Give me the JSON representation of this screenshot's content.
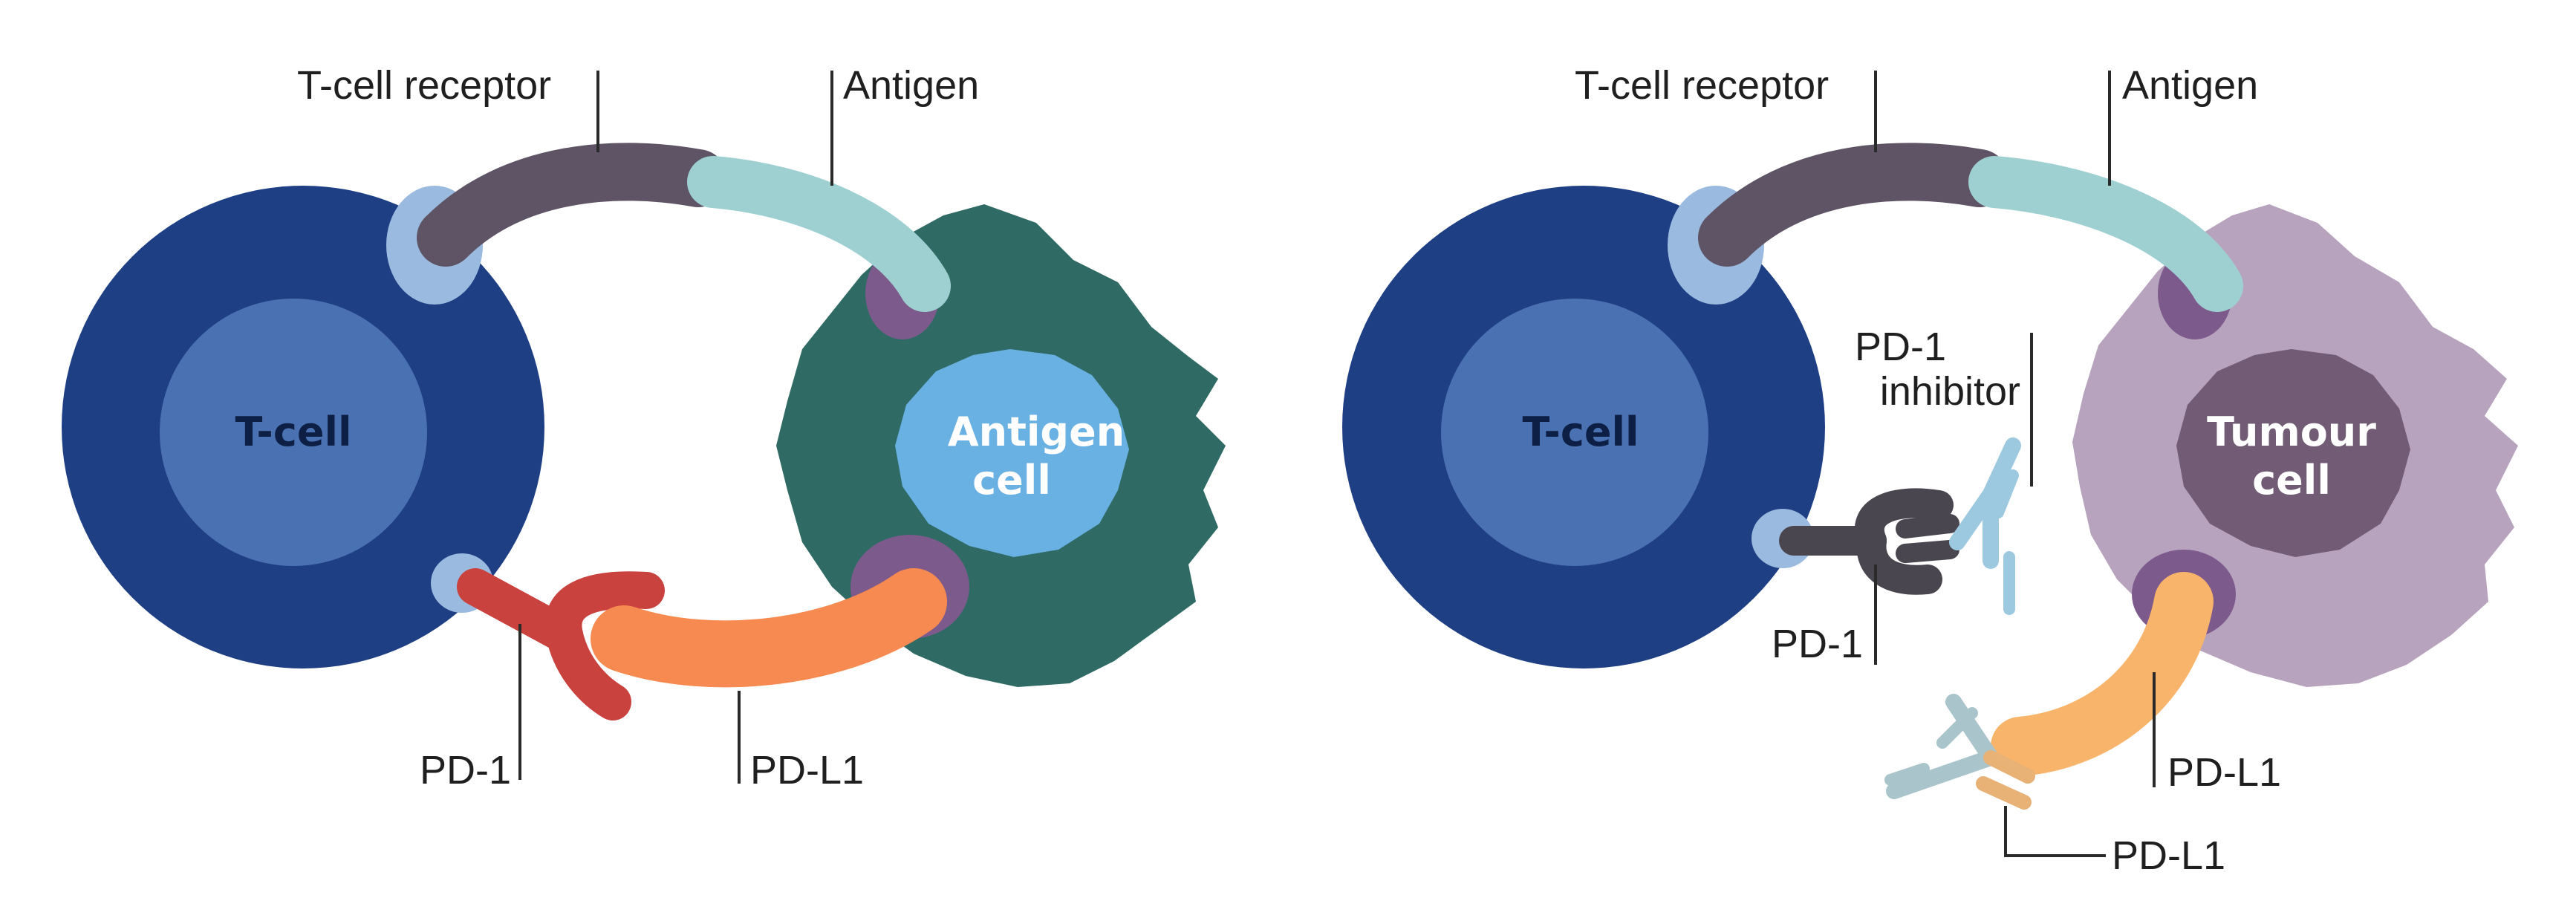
{
  "colors": {
    "tcell_outer": "#1f3f85",
    "tcell_inner": "#4a72b3",
    "antigen_cell_body": "#2f6b64",
    "antigen_cell_nucleus": "#69b0e3",
    "tumour_cell_body": "#b7a3bd",
    "tumour_cell_nucleus": "#725b74",
    "receptor": "#5e5466",
    "antigen": "#9ed0d2",
    "pd1": "#c9423e",
    "pdl1_active": "#f78a50",
    "pdl1_tumour": "#f9b46c",
    "anchor": "#9bbadf",
    "anchor_purple": "#7d5a8c",
    "inhibitor_antibody": "#9cc8e0",
    "pdl1_antibody": "#a9c5cb"
  },
  "left_panel": {
    "tcell_label": "T-cell",
    "receptor_label": "T-cell receptor",
    "antigen_label": "Antigen",
    "target_cell_line1": "Antigen",
    "target_cell_line2": "cell",
    "pd1_label": "PD-1",
    "pdl1_label": "PD-L1"
  },
  "right_panel": {
    "tcell_label": "T-cell",
    "receptor_label": "T-cell receptor",
    "antigen_label": "Antigen",
    "inhibitor_line1": "PD-1",
    "inhibitor_line2": "inhibitor",
    "target_cell_line1": "Tumour",
    "target_cell_line2": "cell",
    "pd1_label": "PD-1",
    "pdl1_label_upper": "PD-L1",
    "pdl1_label_lower": "PD-L1"
  }
}
